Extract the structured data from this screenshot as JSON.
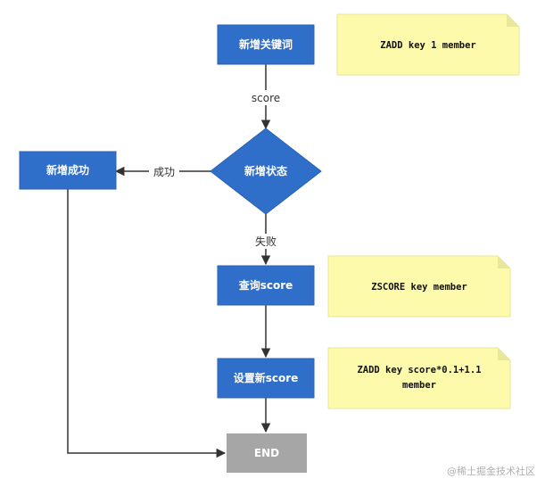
{
  "colors": {
    "process": "#2f6fca",
    "process_border": "#2a62b3",
    "end": "#a6a6a6",
    "note": "#fdfbab",
    "note_fold": "#e9e79a",
    "line": "#333333"
  },
  "nodes": {
    "add_keyword": "新增关键词",
    "add_status": "新增状态",
    "add_success": "新增成功",
    "query_score": "查询score",
    "set_new_score": "设置新score",
    "end": "END"
  },
  "edges": {
    "score": "score",
    "success": "成功",
    "fail": "失败"
  },
  "notes": {
    "zadd": [
      "ZADD key 1 member"
    ],
    "zscore": [
      "ZSCORE key member"
    ],
    "zadd_score": [
      "ZADD key score*0.1+1.1",
      "member"
    ]
  },
  "watermark": "@稀土掘金技术社区"
}
